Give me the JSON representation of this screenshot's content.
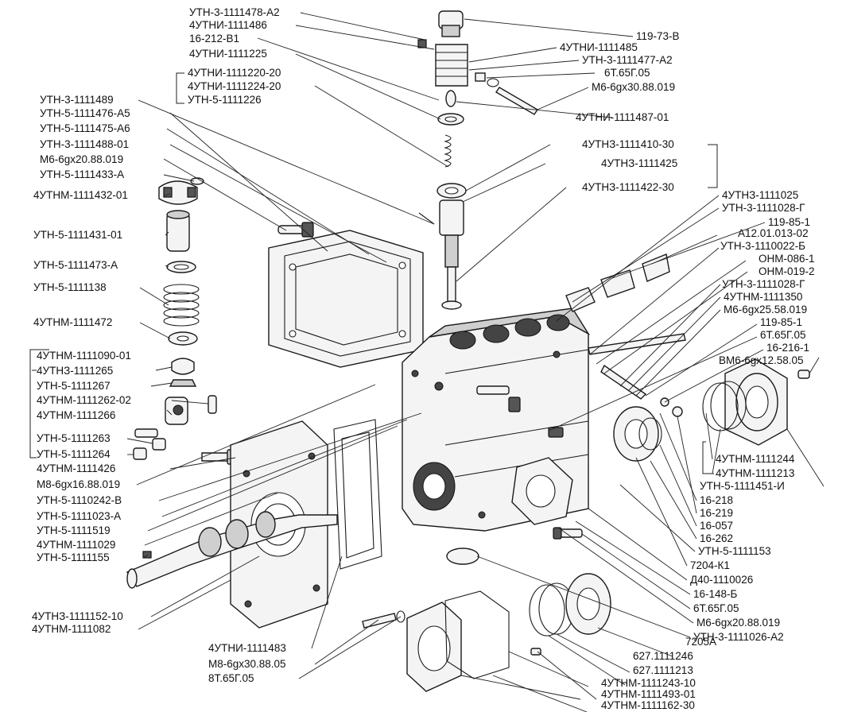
{
  "colors": {
    "ink": "#111111",
    "paper": "#ffffff",
    "shade": "#cfcfcf"
  },
  "labels": {
    "l01": "УТН-3-1111478-А2",
    "l02": "4УТНИ-1111486",
    "l03": "16-212-В1",
    "l04": "4УТНИ-1111225",
    "l05": "4УТНИ-1111220-20",
    "l06": "4УТНИ-1111224-20",
    "l07": "УТН-5-1111226",
    "l08": "УТН-3-1111489",
    "l09": "УТН-5-1111476-А5",
    "l10": "УТН-5-1111475-А6",
    "l11": "УТН-3-1111488-01",
    "l12": "М6-6gx20.88.019",
    "l13": "УТН-5-1111433-А",
    "l14": "4УТНМ-1111432-01",
    "l15": "УТН-5-1111431-01",
    "l16": "УТН-5-1111473-А",
    "l17": "УТН-5-1111138",
    "l18": "4УТНМ-1111472",
    "l19": "4УТНМ-1111090-01",
    "l20": "4УТНЗ-1111265",
    "l21": "УТН-5-1111267",
    "l22": "4УТНМ-1111262-02",
    "l23": "4УТНМ-1111266",
    "l24": "УТН-5-1111263",
    "l25": "УТН-5-1111264",
    "l26": "4УТНМ-1111426",
    "l27": "М8-6gx16.88.019",
    "l28": "УТН-5-1110242-В",
    "l29": "УТН-5-1111023-А",
    "l30": "УТН-5-1111519",
    "l31": "4УТНМ-1111029",
    "l32": "УТН-5-1111155",
    "l33": "4УТНЗ-1111152-10",
    "l34": "4УТНМ-1111082",
    "l35": "4УТНИ-1111483",
    "l36": "М8-6gx30.88.05",
    "l37": "8Т.65Г.05",
    "r01": "119-73-В",
    "r02": "4УТНИ-1111485",
    "r03": "УТН-3-1111477-А2",
    "r04": "6Т.65Г.05",
    "r05": "М6-6gx30.88.019",
    "r06": "4УТНИ-1111487-01",
    "r07": "4УТНЗ-1111410-30",
    "r08": "4УТНЗ-1111425",
    "r09": "4УТНЗ-1111422-30",
    "r10": "4УТНЗ-1111025",
    "r11": "УТН-3-1111028-Г",
    "r12": "119-85-1",
    "r13": "А12.01.013-02",
    "r14": "УТН-3-1110022-Б",
    "r15": "ОНМ-086-1",
    "r16": "ОНМ-019-2",
    "r17": "УТН-3-1111028-Г",
    "r18": "4УТНМ-1111350",
    "r19": "М6-6gx25.58.019",
    "r20": "119-85-1",
    "r21": "6Т.65Г.05",
    "r22": "16-216-1",
    "r23": "ВМ6-6gx12.58.05",
    "r24": "4УТНМ-1111244",
    "r25": "4УТНМ-1111213",
    "r26": "УТН-5-1111451-И",
    "r27": "16-218",
    "r28": "16-219",
    "r29": "16-057",
    "r30": "16-262",
    "r31": "УТН-5-1111153",
    "r32": "7204-К1",
    "r33": "Д40-1110026",
    "r34": "16-148-Б",
    "r35": "6Т.65Г.05",
    "r36": "М6-6gx20.88.019",
    "r37": "УТН-3-1111026-А2",
    "r38": "7205А",
    "r39": "627.1111246",
    "r40": "627.1111213",
    "r41": "4УТНМ-1111243-10",
    "r42": "4УТНМ-1111493-01",
    "r43": "4УТНМ-1111162-30"
  }
}
